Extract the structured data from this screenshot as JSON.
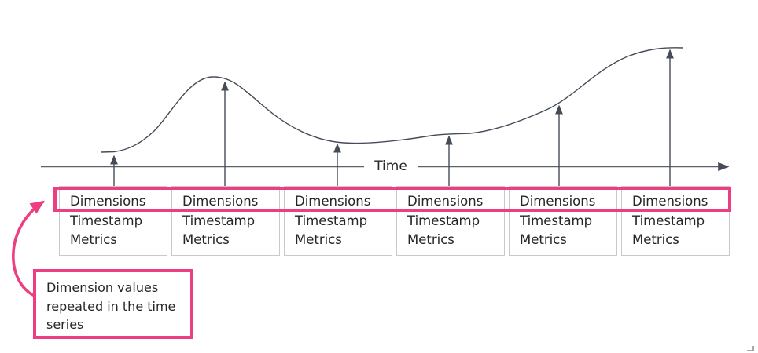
{
  "axis": {
    "label": "Time"
  },
  "records": [
    {
      "dimensions": "Dimensions",
      "timestamp": "Timestamp",
      "metrics": "Metrics"
    },
    {
      "dimensions": "Dimensions",
      "timestamp": "Timestamp",
      "metrics": "Metrics"
    },
    {
      "dimensions": "Dimensions",
      "timestamp": "Timestamp",
      "metrics": "Metrics"
    },
    {
      "dimensions": "Dimensions",
      "timestamp": "Timestamp",
      "metrics": "Metrics"
    },
    {
      "dimensions": "Dimensions",
      "timestamp": "Timestamp",
      "metrics": "Metrics"
    },
    {
      "dimensions": "Dimensions",
      "timestamp": "Timestamp",
      "metrics": "Metrics"
    }
  ],
  "callout": {
    "text": "Dimension values repeated in the time series"
  },
  "colors": {
    "accent_pink": "#ee3e82",
    "curve_line": "#454b57",
    "axis_line": "#6e7177",
    "box_border": "#c9c9c9",
    "text": "#262626"
  }
}
